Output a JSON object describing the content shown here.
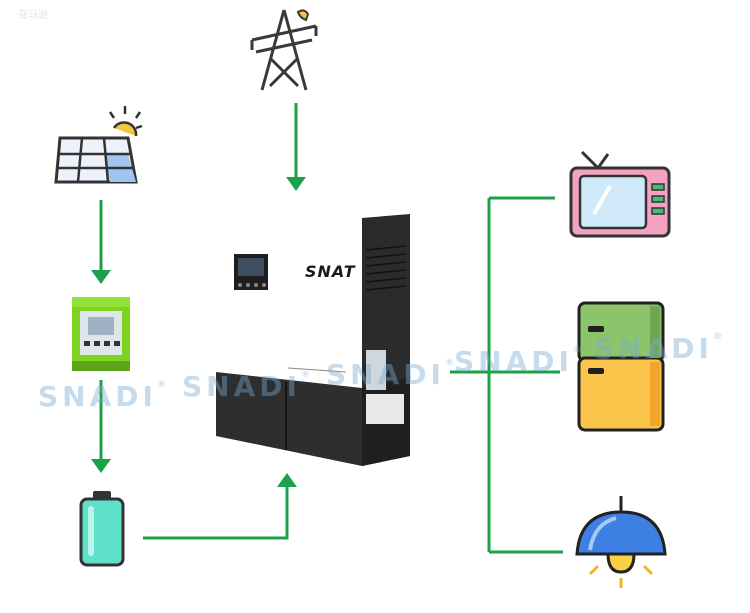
{
  "corner_text": "亚马逊",
  "brand_label": "SNAT",
  "watermark": {
    "text": "SNADI",
    "mark": "®"
  },
  "colors": {
    "connector": "#1aa14a",
    "pv_green": "#7ed321",
    "battery": "#5fe0c8"
  },
  "icons": {
    "grid": "power-tower-icon",
    "solar": "solar-panel-icon",
    "controller": "charge-controller-icon",
    "battery": "battery-icon",
    "inverter": "inverter-icon",
    "tv": "tv-icon",
    "fridge": "fridge-icon",
    "lamp": "lamp-icon"
  }
}
